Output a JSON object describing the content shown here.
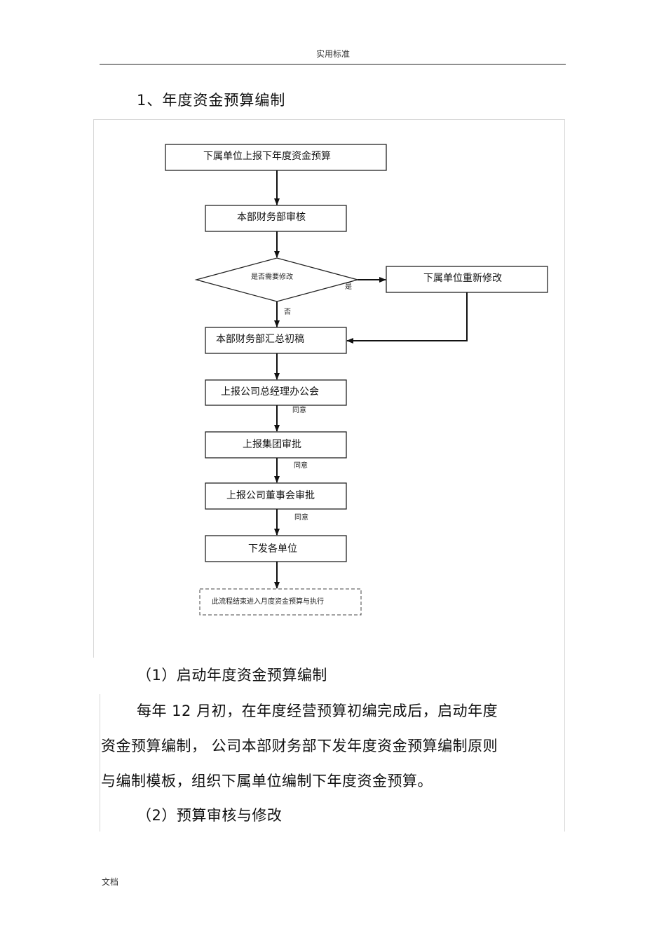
{
  "header": {
    "text": "实用标准"
  },
  "section_title": "1、年度资金预算编制",
  "flowchart": {
    "nodes": {
      "n1": "下属单位上报下年度资金预算",
      "n2": "本部财务部审核",
      "decision": "是否需要修改",
      "side": "下属单位重新修改",
      "n3": "本部财务部汇总初稿",
      "n4": "上报公司总经理办公会",
      "n5": "上报集团审批",
      "n6": "上报公司董事会审批",
      "n7": "下发各单位",
      "end": "此流程结束进入月度资金预算与执行"
    },
    "labels": {
      "yes": "是",
      "no": "否",
      "agree1": "同意",
      "agree2": "同意",
      "agree3": "同意"
    }
  },
  "body": {
    "sub1": "（1）启动年度资金预算编制",
    "p1_line1": "每年  12 月初，在年度经营预算初编完成后，启动年度",
    "p1_line2": "资金预算编制，    公司本部财务部下发年度资金预算编制原则",
    "p1_line3": "与编制模板，组织下属单位编制下年度资金预算。",
    "sub2": "（2）预算审核与修改"
  },
  "footer": {
    "text": "文档"
  }
}
